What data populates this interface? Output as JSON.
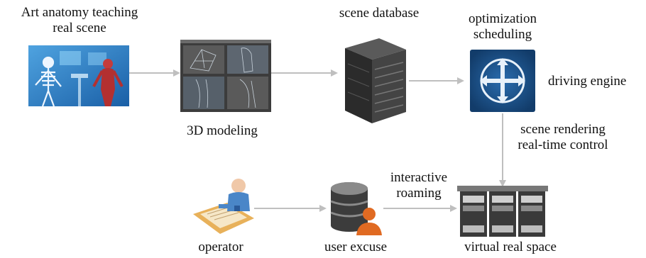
{
  "diagram": {
    "nodes": {
      "anatomy_scene": {
        "label_line1": "Art anatomy teaching",
        "label_line2": "real scene",
        "icon": "anatomy-scene-image"
      },
      "modeling": {
        "label": "3D modeling",
        "icon": "3d-modeling-screenshot"
      },
      "scene_db": {
        "label": "scene database",
        "icon": "server-tower-icon"
      },
      "optimization": {
        "label_line1": "optimization",
        "label_line2": "scheduling",
        "icon": "router-arrows-icon"
      },
      "driving_engine": {
        "label": "driving engine"
      },
      "rendering": {
        "label_line1": "scene rendering",
        "label_line2": "real-time control"
      },
      "virtual_space": {
        "label": "virtual real space",
        "icon": "server-rack-icon"
      },
      "operator": {
        "label": "operator",
        "icon": "operator-desk-icon"
      },
      "user_excuse": {
        "label": "user excuse",
        "icon": "database-user-icon"
      },
      "roaming": {
        "label_line1": "interactive",
        "label_line2": "roaming"
      }
    },
    "colors": {
      "arrow": "#bfbfbf",
      "accent_blue": "#1b4f86",
      "server_dark": "#2b2b2b"
    }
  }
}
